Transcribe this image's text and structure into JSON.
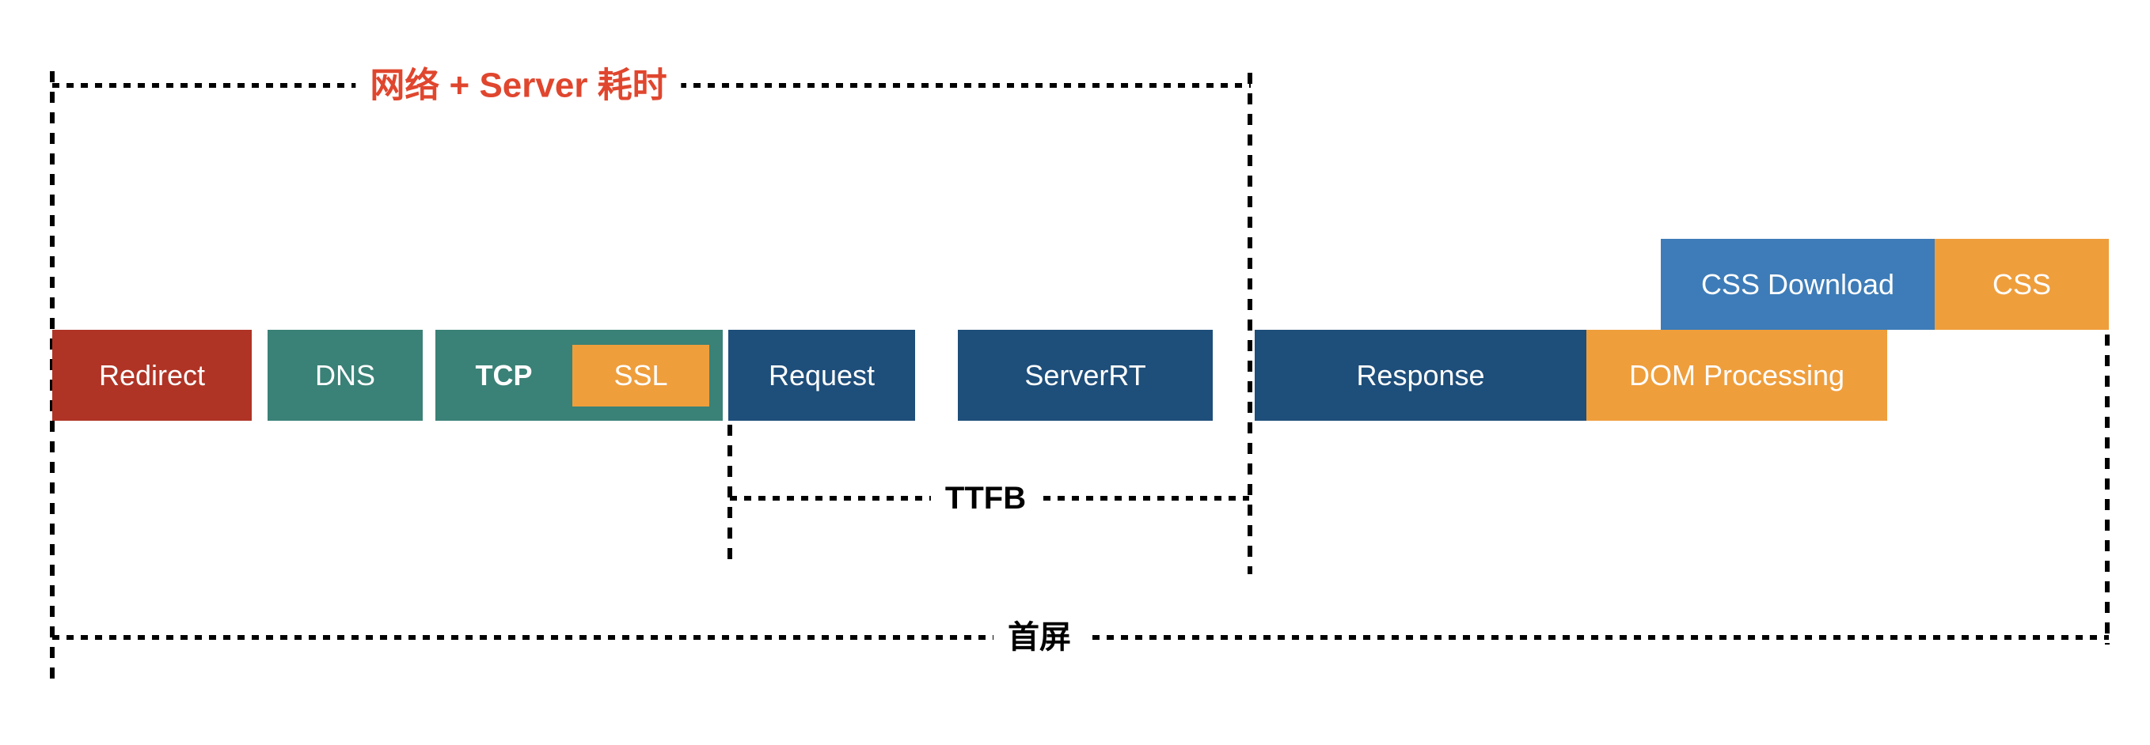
{
  "palette": {
    "red": "#AF3426",
    "teal": "#3A8177",
    "orange": "#EF9E3C",
    "dark_blue": "#1E4E7A",
    "medium_blue": "#3D7CB8",
    "annotation_red": "#E0462E",
    "annotation_black": "#000000",
    "box_text": "#FFFFFF",
    "background": "#FFFFFF"
  },
  "annotations": {
    "network_server_label": "网络 + Server 耗时",
    "ttfb_label": "TTFB",
    "first_screen_label": "首屏"
  },
  "segments": {
    "redirect": "Redirect",
    "dns": "DNS",
    "tcp": "TCP",
    "ssl": "SSL",
    "request": "Request",
    "server_rt": "ServerRT",
    "response": "Response",
    "dom_processing": "DOM Processing",
    "css_download": "CSS Download",
    "css": "CSS"
  }
}
